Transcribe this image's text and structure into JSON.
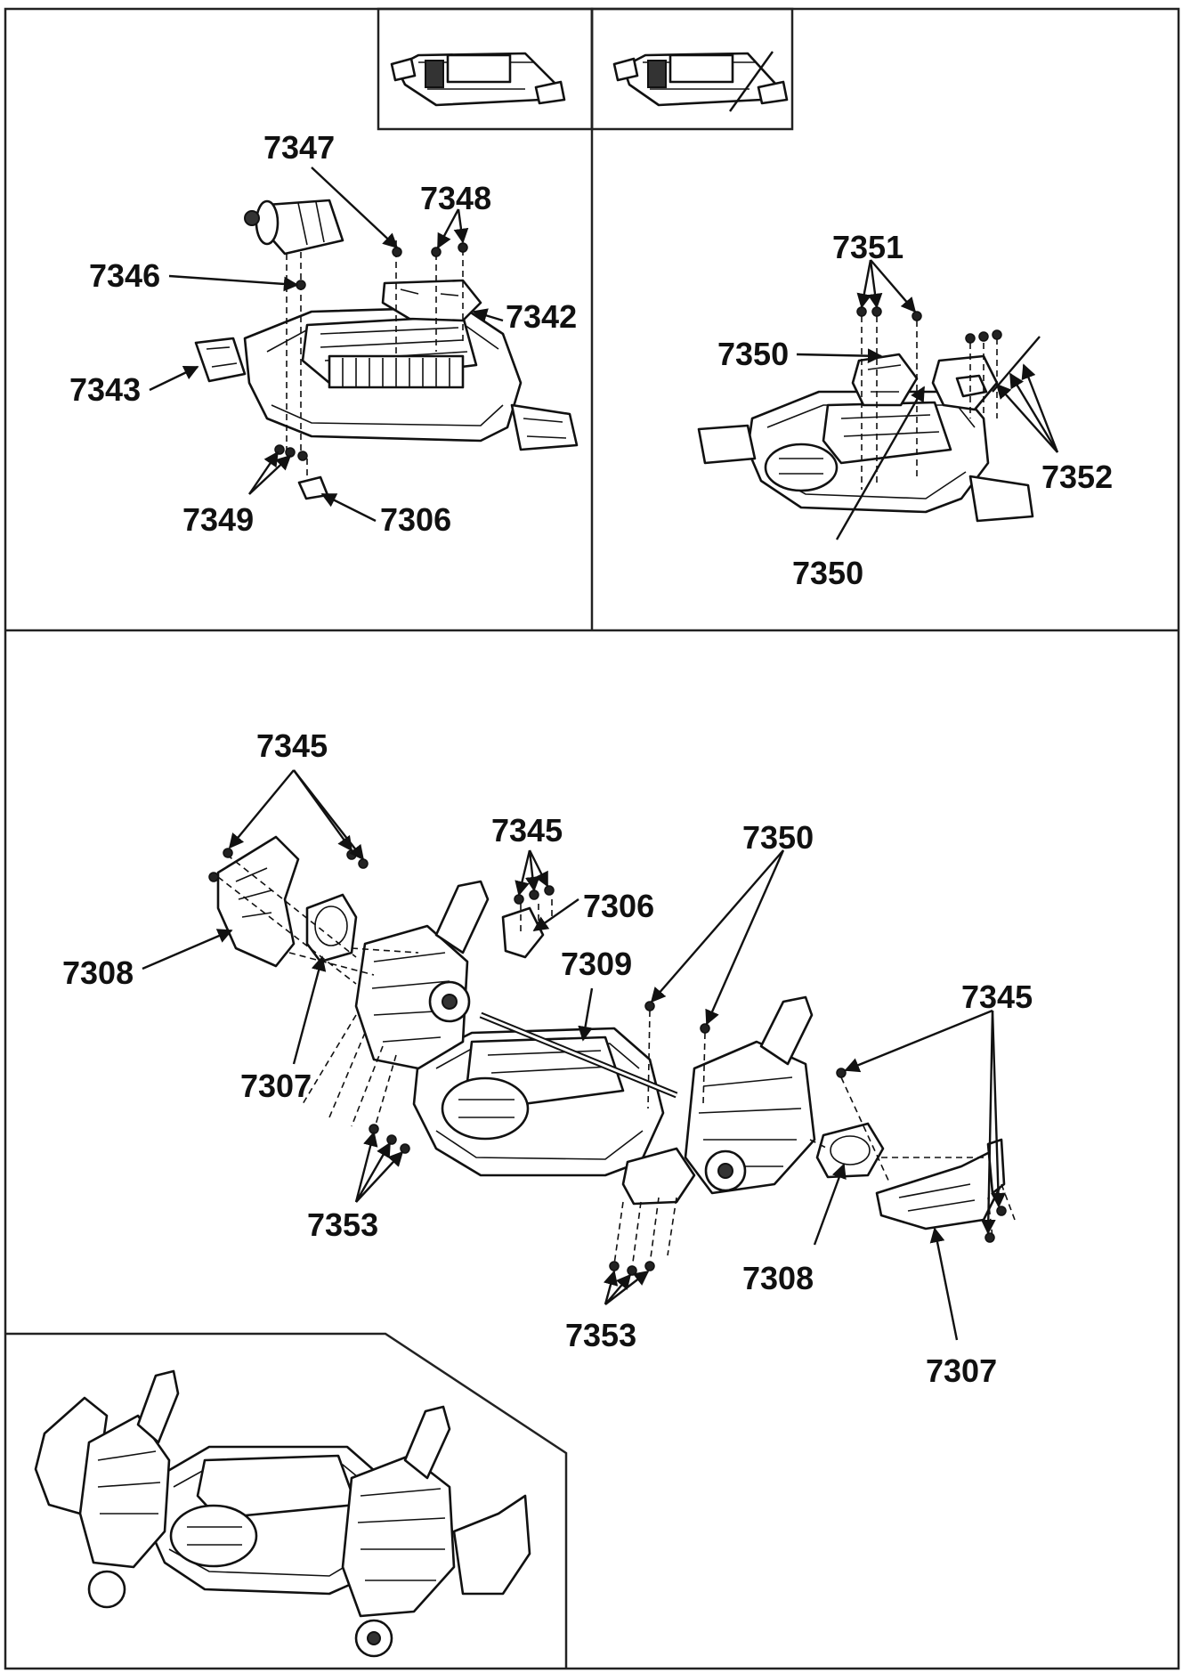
{
  "part_labels": {
    "a_7347": "7347",
    "a_7348": "7348",
    "a_7346": "7346",
    "a_7342": "7342",
    "a_7343": "7343",
    "a_7349": "7349",
    "a_7306": "7306",
    "b_7351": "7351",
    "b_7350_top": "7350",
    "b_7352": "7352",
    "b_7350_bottom": "7350",
    "c_7345_left": "7345",
    "c_7345_mid": "7345",
    "c_7350": "7350",
    "c_7306": "7306",
    "c_7309": "7309",
    "c_7308_left": "7308",
    "c_7345_right": "7345",
    "c_7307_left": "7307",
    "c_7353_left": "7353",
    "c_7308_right": "7308",
    "c_7353_mid": "7353",
    "c_7307_right": "7307"
  }
}
